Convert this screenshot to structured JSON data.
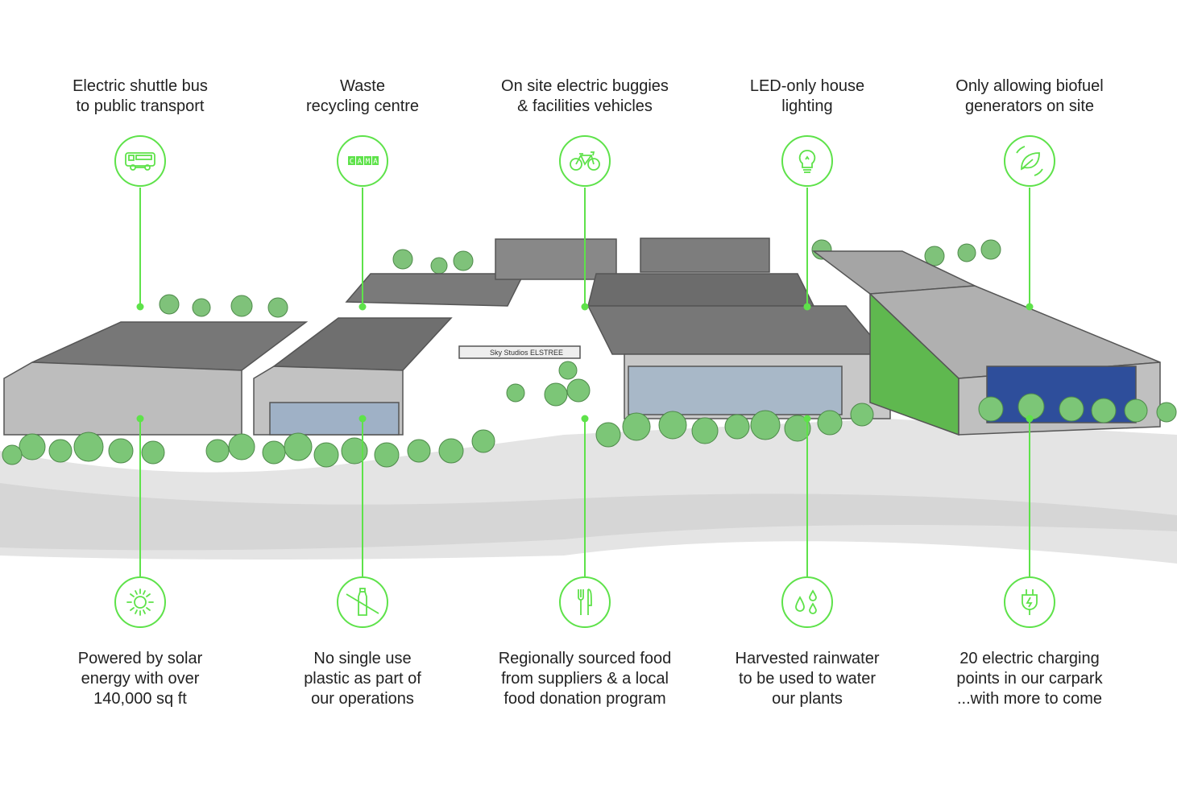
{
  "accent_color": "#5ee24a",
  "top_items": [
    {
      "lines": [
        "Electric shuttle bus",
        "to public transport"
      ],
      "icon": "bus-icon"
    },
    {
      "lines": [
        "Waste",
        "recycling centre"
      ],
      "icon": "cama-logo-icon",
      "logo_text": "CAMA"
    },
    {
      "lines": [
        "On site electric buggies",
        "& facilities vehicles"
      ],
      "icon": "bicycle-icon"
    },
    {
      "lines": [
        "LED-only house",
        "lighting"
      ],
      "icon": "lightbulb-icon"
    },
    {
      "lines": [
        "Only allowing biofuel",
        "generators on site"
      ],
      "icon": "leaf-recycle-icon"
    }
  ],
  "bottom_items": [
    {
      "lines": [
        "Powered by solar",
        "energy with over",
        "140,000 sq ft"
      ],
      "icon": "sun-icon"
    },
    {
      "lines": [
        "No single use",
        "plastic as part of",
        "our operations"
      ],
      "icon": "no-plastic-bottle-icon"
    },
    {
      "lines": [
        "Regionally sourced food",
        "from suppliers & a local",
        "food donation program"
      ],
      "icon": "fork-knife-icon"
    },
    {
      "lines": [
        "Harvested rainwater",
        "to be used to water",
        "our plants"
      ],
      "icon": "water-drops-icon"
    },
    {
      "lines": [
        "20 electric charging",
        "points in our carpark",
        "...with more to come"
      ],
      "icon": "ev-plug-icon"
    }
  ],
  "scene_sign": "Sky Studios ELSTREE"
}
